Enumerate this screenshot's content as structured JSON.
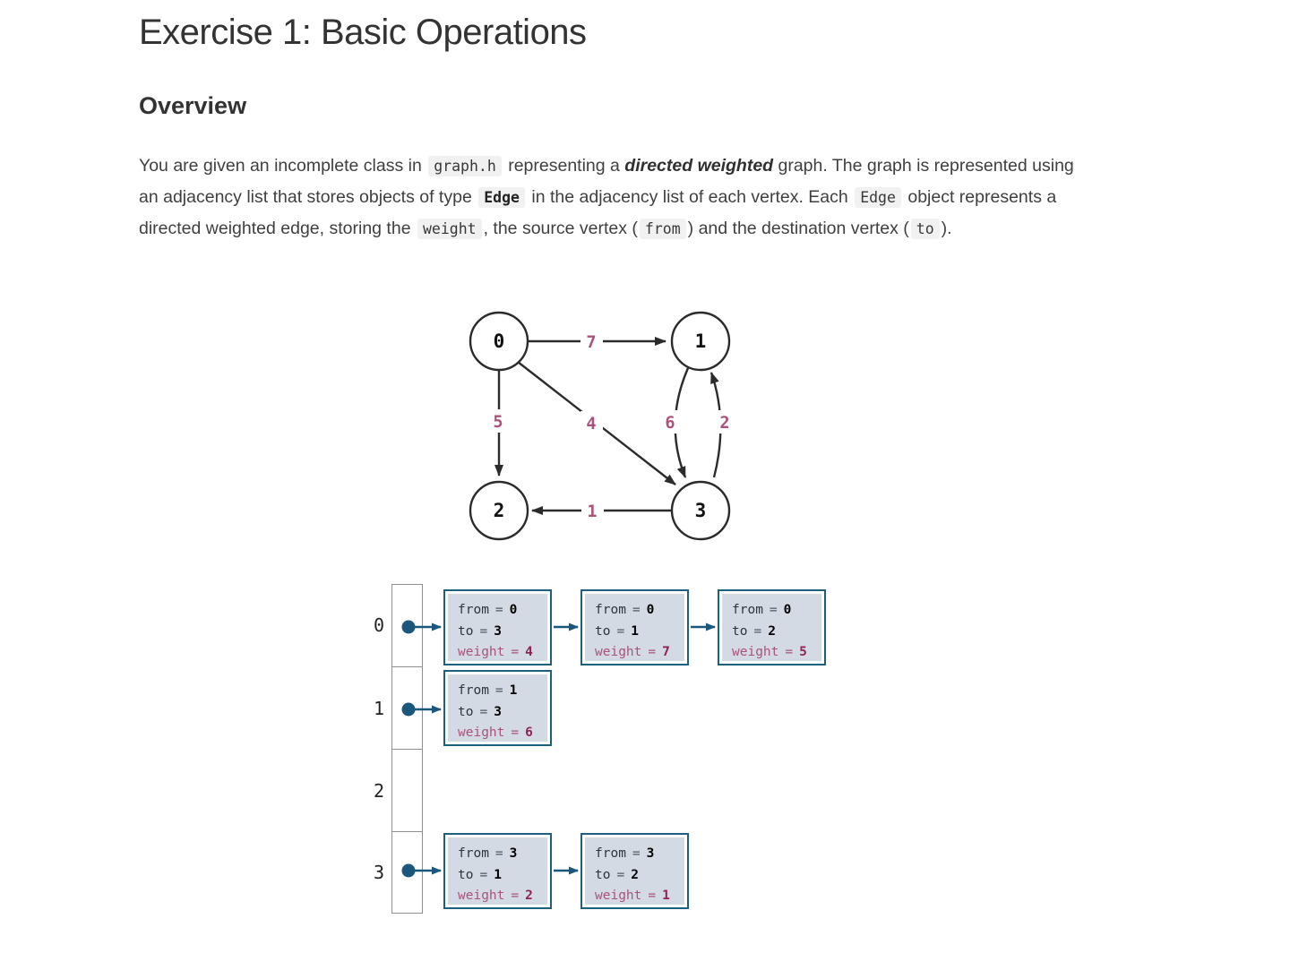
{
  "document": {
    "title": "Exercise 1: Basic Operations",
    "section_heading": "Overview",
    "paragraph": {
      "r1": "You are given an incomplete class in",
      "c1": "graph.h",
      "r2": "representing a ",
      "b1": "directed weighted",
      "r3": " graph. The graph is represented using an adjacency list that stores objects of type",
      "c2": "Edge",
      "r4": "in the adjacency list of each vertex. Each",
      "c3": "Edge",
      "r5": "object represents a directed weighted edge, storing the",
      "c4": "weight",
      "r6": ", the source vertex (",
      "c5": "from",
      "r7": ") and the destination vertex (",
      "c6": "to",
      "r8": ")."
    }
  },
  "graph_diagram": {
    "type": "directed-weighted-graph",
    "nodes": [
      {
        "id": "0"
      },
      {
        "id": "1"
      },
      {
        "id": "2"
      },
      {
        "id": "3"
      }
    ],
    "edges": [
      {
        "from": "0",
        "to": "1",
        "weight": "7"
      },
      {
        "from": "0",
        "to": "2",
        "weight": "5"
      },
      {
        "from": "0",
        "to": "3",
        "weight": "4"
      },
      {
        "from": "1",
        "to": "3",
        "weight": "6"
      },
      {
        "from": "3",
        "to": "1",
        "weight": "2"
      },
      {
        "from": "3",
        "to": "2",
        "weight": "1"
      }
    ]
  },
  "adjacency_list": {
    "eq": "=",
    "labels": {
      "from": "from",
      "to": "to",
      "weight": "weight"
    },
    "rows": [
      {
        "index": "0",
        "edges": [
          {
            "from": "0",
            "to": "3",
            "weight": "4"
          },
          {
            "from": "0",
            "to": "1",
            "weight": "7"
          },
          {
            "from": "0",
            "to": "2",
            "weight": "5"
          }
        ]
      },
      {
        "index": "1",
        "edges": [
          {
            "from": "1",
            "to": "3",
            "weight": "6"
          }
        ]
      },
      {
        "index": "2",
        "edges": []
      },
      {
        "index": "3",
        "edges": [
          {
            "from": "3",
            "to": "1",
            "weight": "2"
          },
          {
            "from": "3",
            "to": "2",
            "weight": "1"
          }
        ]
      }
    ]
  },
  "colors": {
    "weight_accent": "#a9537c",
    "weight_value": "#8e2257",
    "pointer_blue": "#1b567c",
    "box_fill": "#d4dae3",
    "box_border": "#1d5f7e",
    "graph_stroke": "#2b2b2b",
    "code_chip_bg": "#f1f1f1",
    "body_text": "#3f3f3f"
  }
}
